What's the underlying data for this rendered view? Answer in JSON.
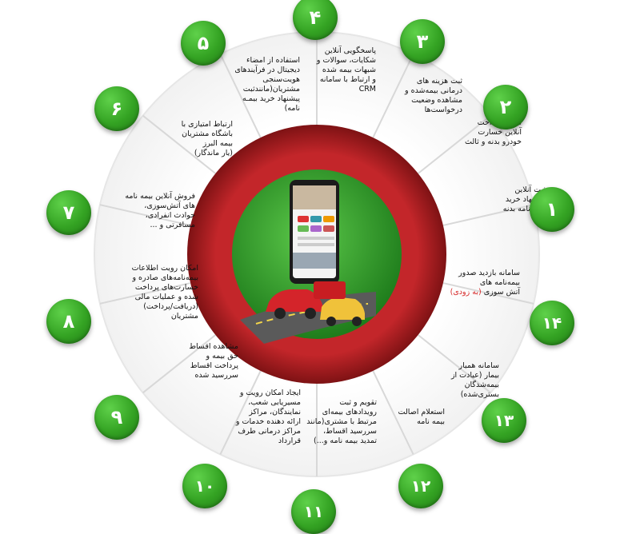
{
  "colors": {
    "badge_green": "#34a323",
    "ring_red": "#a31c1f",
    "center_green": "#2f9e2a",
    "highlight_red": "#d62828",
    "divider": "#d8d8d8"
  },
  "center": {
    "illustration": "phone-and-car-crash-road-illustration"
  },
  "segments": [
    {
      "number": "۱",
      "text": "ثبت آنلاین\nپیشنهاد خرید\nبیمه نامه بدنه"
    },
    {
      "number": "۲",
      "text": "ثبت و پرداخت\nآنلاین خسارت\nخودرو بدنه و ثالث"
    },
    {
      "number": "۳",
      "text": "ثبت هزینه های\nدرمانی بیمه‌شده و\nمشاهده وضعیت\nدرخواست‌ها"
    },
    {
      "number": "۴",
      "text": "پاسخگویی آنلاین\nشکایات، سوالات و\nشبهات بیمه شده\nو ارتباط با سامانه\nCRM"
    },
    {
      "number": "۵",
      "text": "استفاده از امضاء\nدیجیتال در فرآیندهای\nهویت‌سنجی\nمشتریان(مانندثبت\nپیشنهاد خرید بیمـه\nنامه)"
    },
    {
      "number": "۶",
      "text": "ارتباط امتیازی با\nباشگاه مشتریان\nبیمه البرز\n(یار ماندگار)"
    },
    {
      "number": "۷",
      "text": "فروش آنلاین بیمه نامه\nهای آتش‌سوزی،\nحوادث انفرادی،\nمسافرتی و ..."
    },
    {
      "number": "۸",
      "text": "امکان رویت اطلاعات\nبیمه‌نامه‌های صادره و\nخسارت‌های پرداخت\nشده و عملیات مالی\n(دریافت/پرداخت)\nمشتریان"
    },
    {
      "number": "۹",
      "text": "مشاهده اقساط\nحق بیمه و\nپرداخت اقساط\nسررسید شده"
    },
    {
      "number": "۱۰",
      "text": "ایجاد امکان رویت و\nمسیریابی شعب،\nنمایندگان، مراکز\nارائه دهنده خدمات و\nمراکز درمانی طرف\nقرارداد"
    },
    {
      "number": "۱۱",
      "text": "تقویم و ثبت\nرویدادهای بیمه‌ای\nمرتبط با مشتری(مانند\nسررسید اقساط،\nتمدید بیمه نامه و...)"
    },
    {
      "number": "۱۲",
      "text": "استعلام اصالت\nبیمه نامه"
    },
    {
      "number": "۱۳",
      "text": "سامانه همیار\nبیمار (عیادت از\nبیمه‌شدگان\nبستری‌شده)"
    },
    {
      "number": "۱۴",
      "text": "سامانه بازدید صدور\nبیمه‌نامه های\nآتش سوزی",
      "highlight": "(به زودی)"
    }
  ]
}
